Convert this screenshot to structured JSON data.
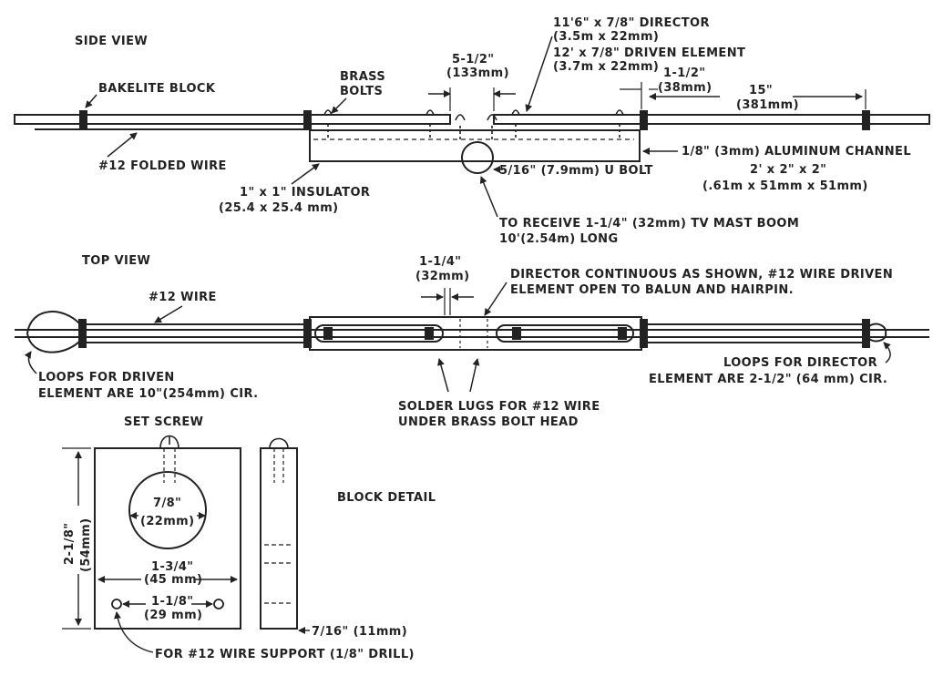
{
  "side_view": {
    "title": "SIDE VIEW",
    "bakelite_block": "BAKELITE BLOCK",
    "brass_bolts_1": "BRASS",
    "brass_bolts_2": "BOLTS",
    "gap_dim_1": "5-1/2\"",
    "gap_dim_2": "(133mm)",
    "director_1": "11'6\" x 7/8\" DIRECTOR",
    "director_2": "(3.5m x 22mm)",
    "driven_1": "12' x 7/8\" DRIVEN ELEMENT",
    "driven_2": "(3.7m x 22mm)",
    "dim_15_1": "1-1/2\"",
    "dim_15_2": "(38mm)",
    "dim_15in_1": "15\"",
    "dim_15in_2": "(381mm)",
    "folded_wire": "#12 FOLDED WIRE",
    "insulator_1": "1\" x 1\" INSULATOR",
    "insulator_2": "(25.4 x 25.4 mm)",
    "ubolt": "5/16\" (7.9mm) U BOLT",
    "channel_1": "1/8\" (3mm) ALUMINUM CHANNEL",
    "channel_2": "2' x 2\" x 2\"",
    "channel_3": "(.61m x 51mm x 51mm)",
    "mast_1": "TO RECEIVE 1-1/4\" (32mm) TV MAST BOOM",
    "mast_2": "10'(2.54m) LONG"
  },
  "top_view": {
    "title": "TOP VIEW",
    "wire": "#12 WIRE",
    "gap_1": "1-1/4\"",
    "gap_2": "(32mm)",
    "director_cont_1": "DIRECTOR CONTINUOUS AS SHOWN, #12 WIRE DRIVEN",
    "director_cont_2": "ELEMENT OPEN TO BALUN AND HAIRPIN.",
    "loops_driven_1": "LOOPS FOR DRIVEN",
    "loops_driven_2": "ELEMENT ARE 10\"(254mm) CIR.",
    "loops_director_1": "LOOPS FOR DIRECTOR",
    "loops_director_2": "ELEMENT ARE 2-1/2\" (64 mm) CIR.",
    "solder_1": "SOLDER LUGS FOR #12 WIRE",
    "solder_2": "UNDER BRASS BOLT HEAD"
  },
  "block_detail": {
    "title": "BLOCK DETAIL",
    "set_screw": "SET SCREW",
    "hole_1": "7/8\"",
    "hole_2": "(22mm)",
    "height_1": "2-1/8\"",
    "height_2": "(54mm)",
    "width_1": "1-3/4\"",
    "width_2": "(45 mm)",
    "holes_1": "1-1/8\"",
    "holes_2": "(29 mm)",
    "thick": "7/16\" (11mm)",
    "wire_support": "FOR #12 WIRE SUPPORT (1/8\" DRILL)"
  }
}
